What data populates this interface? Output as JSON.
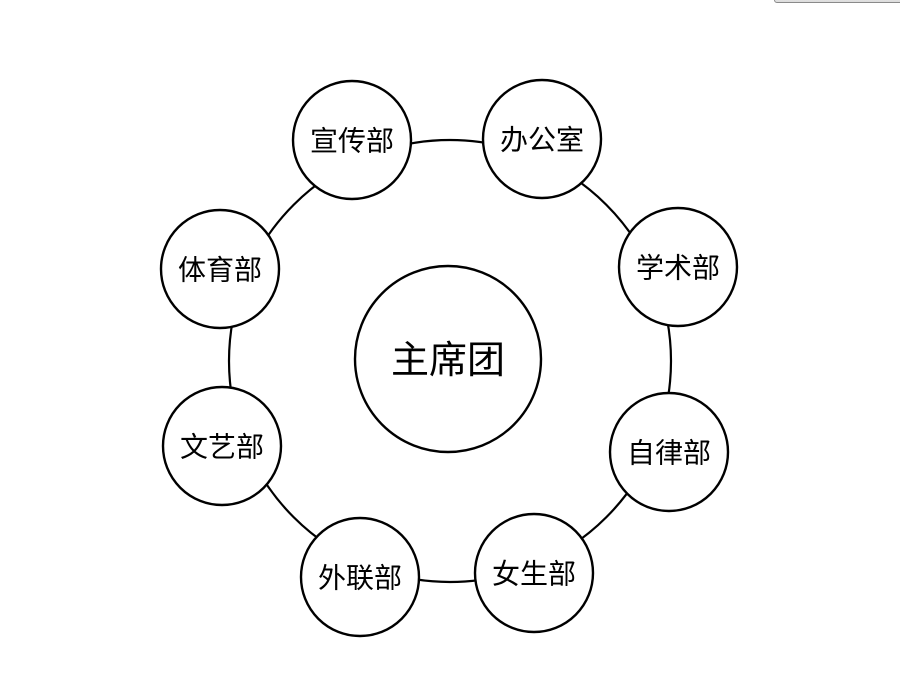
{
  "diagram": {
    "center": {
      "label": "主席团"
    },
    "departments": [
      {
        "id": "office",
        "label": "办公室"
      },
      {
        "id": "academic",
        "label": "学术部"
      },
      {
        "id": "discipline",
        "label": "自律部"
      },
      {
        "id": "female",
        "label": "女生部"
      },
      {
        "id": "liaison",
        "label": "外联部"
      },
      {
        "id": "arts",
        "label": "文艺部"
      },
      {
        "id": "sports",
        "label": "体育部"
      },
      {
        "id": "publicity",
        "label": "宣传部"
      }
    ]
  },
  "colors": {
    "stroke": "#000000",
    "fill": "#ffffff",
    "text": "#000000"
  }
}
